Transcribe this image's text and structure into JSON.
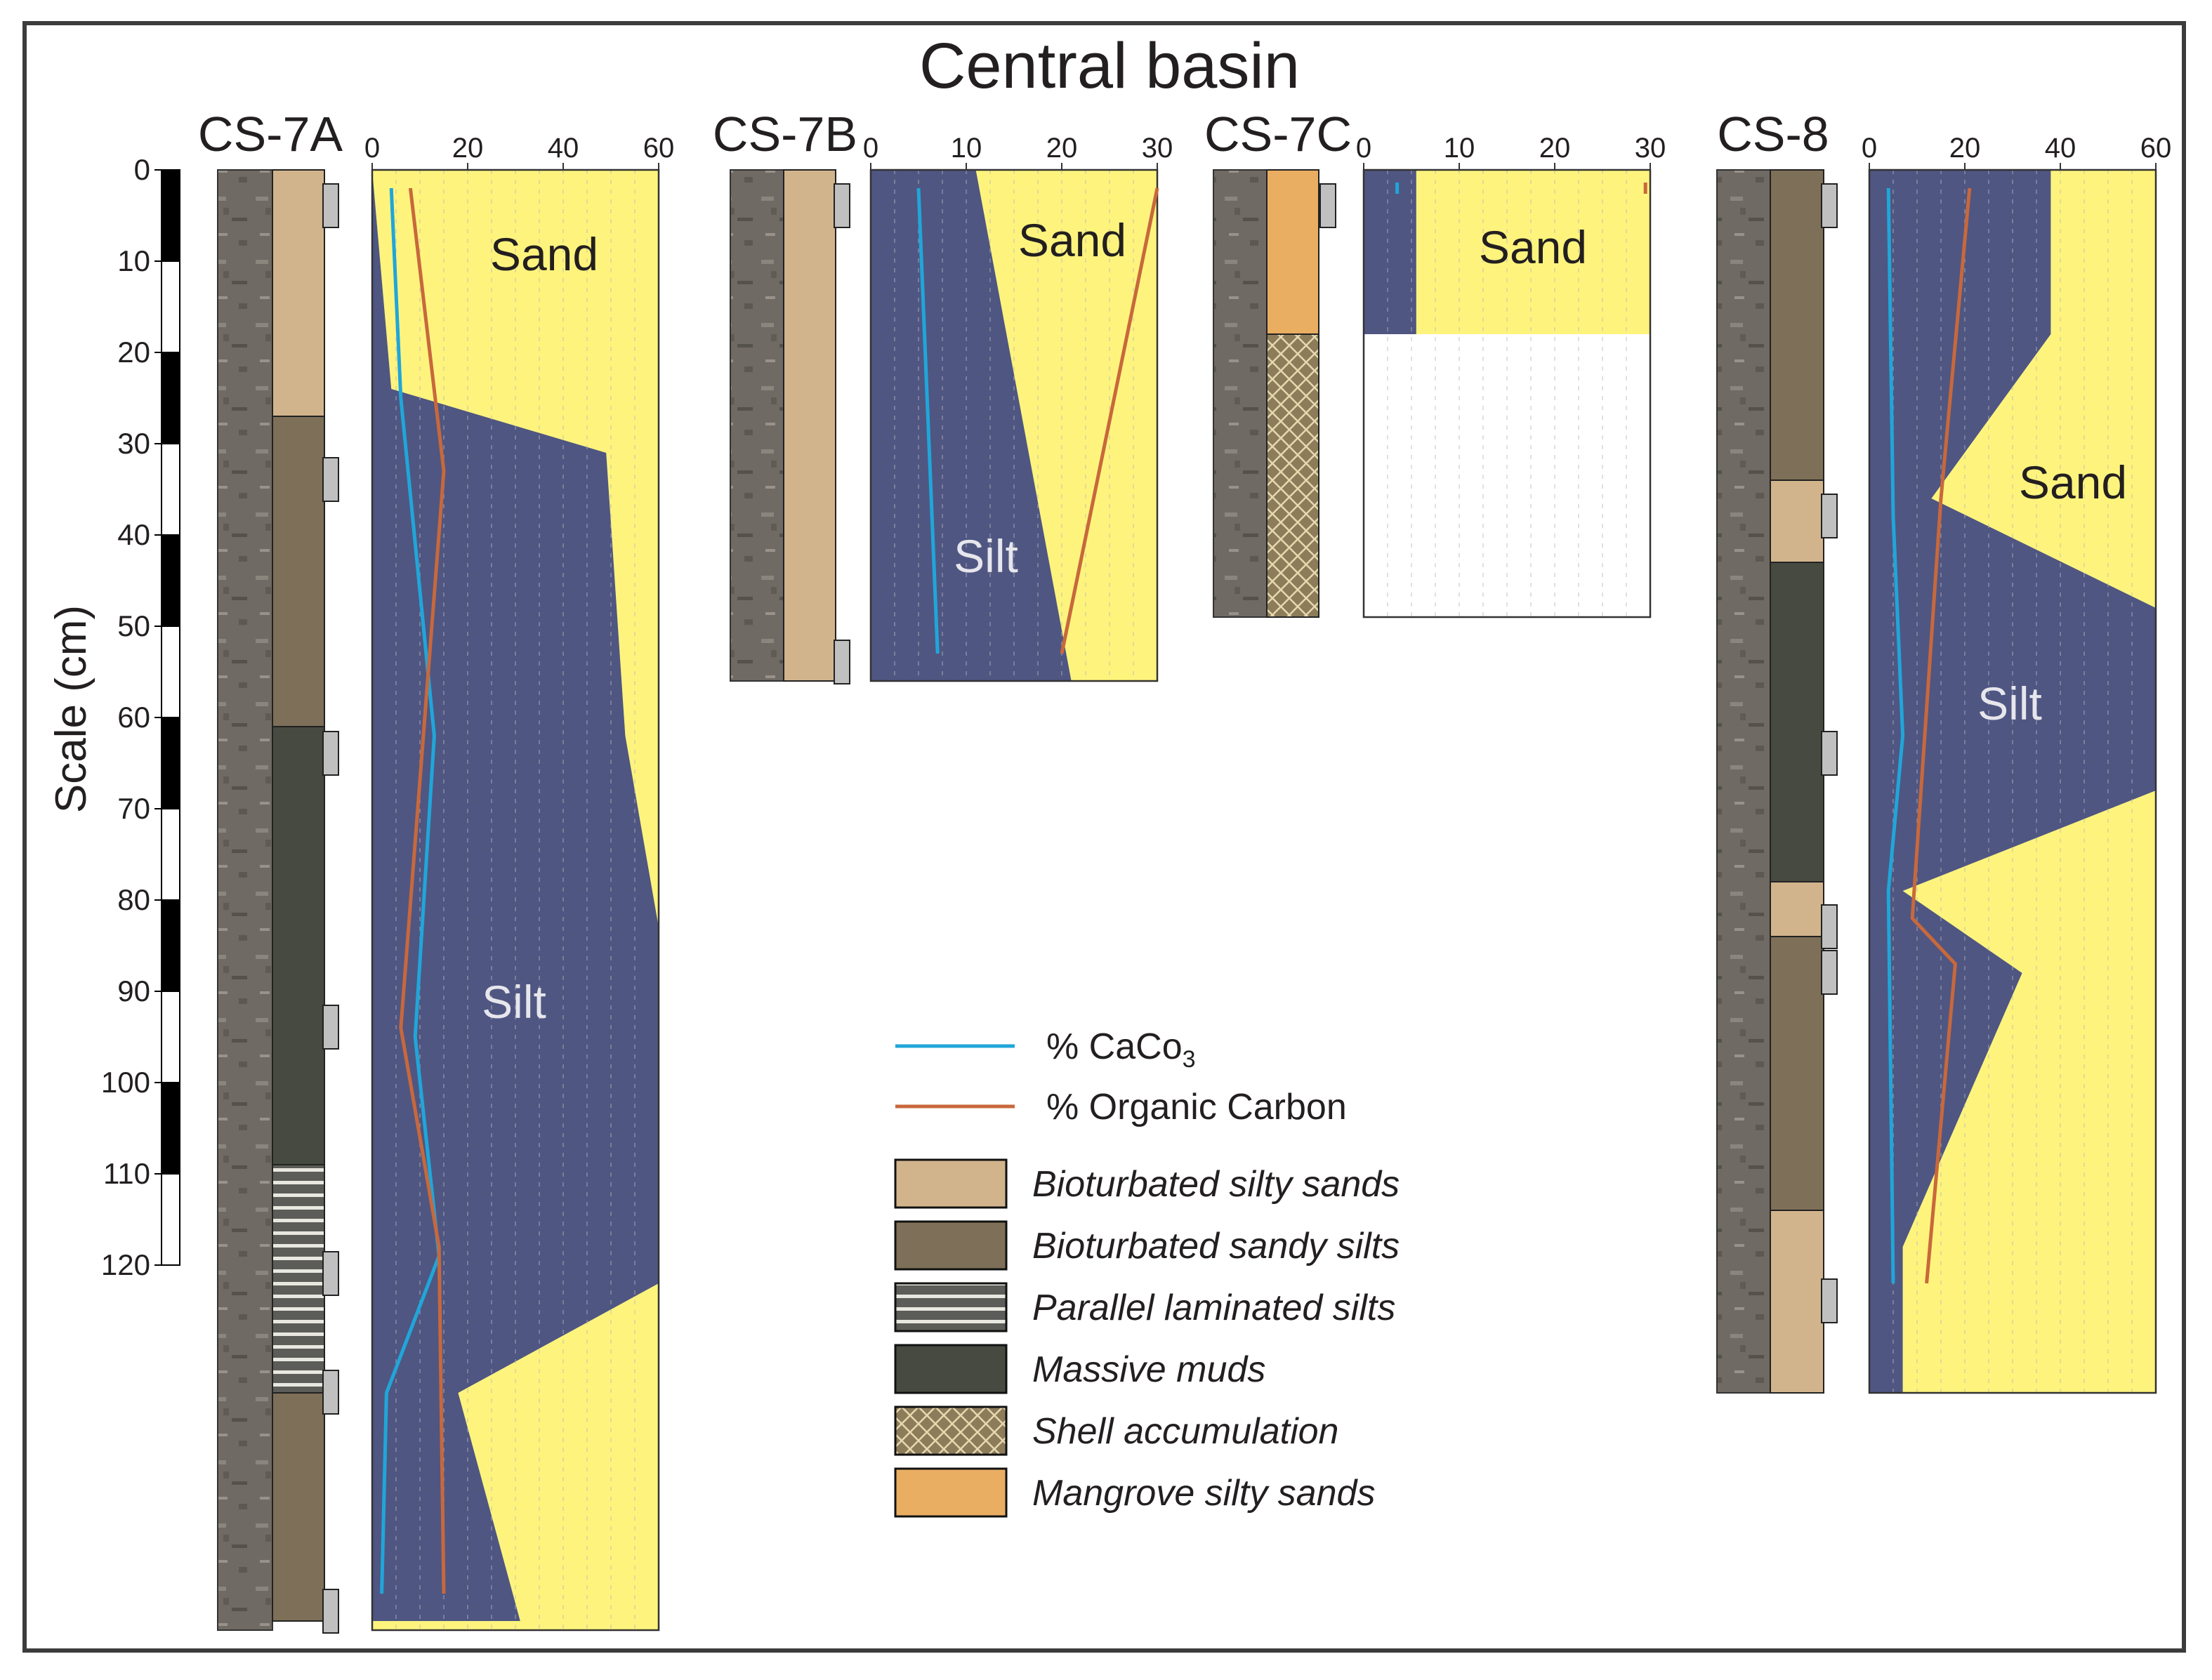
{
  "title": "Central basin",
  "y_axis": {
    "label": "Scale (cm)",
    "ticks": [
      "0",
      "10",
      "20",
      "30",
      "40",
      "50",
      "60",
      "70",
      "80",
      "90",
      "100",
      "110",
      "120"
    ]
  },
  "colors": {
    "silt": "#4f5682",
    "sand": "#fef47d",
    "caco3_line": "#20a6d9",
    "organic_carbon_line": "#c8683c",
    "bioturbated_silty_sands": "#d2b48c",
    "bioturbated_sandy_silts": "#7e6f58",
    "parallel_laminated_silts": "#5c5c58",
    "massive_muds": "#474a40",
    "shell_accumulation": "#8d7c5a",
    "mangrove_silty_sands": "#e9ae62",
    "sample_marker": "#c0c0c0"
  },
  "cores": [
    {
      "id": "CS-7A",
      "label": "CS-7A",
      "axis_ticks": [
        "0",
        "20",
        "40",
        "60"
      ],
      "zones": {
        "sand": "Sand",
        "silt": "Silt"
      }
    },
    {
      "id": "CS-7B",
      "label": "CS-7B",
      "axis_ticks": [
        "0",
        "10",
        "20",
        "30"
      ],
      "zones": {
        "sand": "Sand",
        "silt": "Silt"
      }
    },
    {
      "id": "CS-7C",
      "label": "CS-7C",
      "axis_ticks": [
        "0",
        "10",
        "20",
        "30"
      ],
      "zones": {
        "sand": "Sand"
      }
    },
    {
      "id": "CS-8",
      "label": "CS-8",
      "axis_ticks": [
        "0",
        "20",
        "40",
        "60"
      ],
      "zones": {
        "sand": "Sand",
        "silt": "Silt"
      }
    }
  ],
  "legend": {
    "lines": [
      {
        "key": "caco3",
        "label": "% CaCo",
        "subscript": "3",
        "color": "#20a6d9"
      },
      {
        "key": "organic_carbon",
        "label": "% Organic Carbon",
        "color": "#c8683c"
      }
    ],
    "facies": [
      {
        "key": "bioturbated_silty_sands",
        "label": "Bioturbated silty sands",
        "color": "#d2b48c",
        "pattern": "none"
      },
      {
        "key": "bioturbated_sandy_silts",
        "label": "Bioturbated sandy silts",
        "color": "#7e6f58",
        "pattern": "none"
      },
      {
        "key": "parallel_laminated_silts",
        "label": "Parallel laminated silts",
        "color": "#5c5c58",
        "pattern": "lines"
      },
      {
        "key": "massive_muds",
        "label": "Massive muds",
        "color": "#474a40",
        "pattern": "none"
      },
      {
        "key": "shell_accumulation",
        "label": "Shell accumulation",
        "color": "#8d7c5a",
        "pattern": "crosshatch"
      },
      {
        "key": "mangrove_silty_sands",
        "label": "Mangrove silty sands",
        "color": "#e9ae62",
        "pattern": "none"
      }
    ]
  },
  "chart_data": [
    {
      "type": "area",
      "core": "CS-7A",
      "xlim": [
        0,
        60
      ],
      "depth_range_cm": [
        0,
        160
      ],
      "silt_sand_boundary": [
        {
          "depth": 0,
          "silt_pct": 0
        },
        {
          "depth": 24,
          "silt_pct": 4
        },
        {
          "depth": 31,
          "silt_pct": 49
        },
        {
          "depth": 62,
          "silt_pct": 53
        },
        {
          "depth": 83,
          "silt_pct": 60
        },
        {
          "depth": 122,
          "silt_pct": 60
        },
        {
          "depth": 134,
          "silt_pct": 18
        },
        {
          "depth": 159,
          "silt_pct": 31
        }
      ],
      "caco3": [
        {
          "depth": 2,
          "value": 4
        },
        {
          "depth": 25,
          "value": 6
        },
        {
          "depth": 62,
          "value": 13
        },
        {
          "depth": 95,
          "value": 9
        },
        {
          "depth": 119,
          "value": 14
        },
        {
          "depth": 134,
          "value": 3
        },
        {
          "depth": 156,
          "value": 2
        }
      ],
      "organic_carbon": [
        {
          "depth": 2,
          "value": 8
        },
        {
          "depth": 33,
          "value": 15
        },
        {
          "depth": 94,
          "value": 6
        },
        {
          "depth": 118,
          "value": 14
        },
        {
          "depth": 156,
          "value": 15
        }
      ],
      "lithology": [
        {
          "from": 0,
          "to": 27,
          "facies": "bioturbated_silty_sands"
        },
        {
          "from": 27,
          "to": 61,
          "facies": "bioturbated_sandy_silts"
        },
        {
          "from": 61,
          "to": 109,
          "facies": "massive_muds"
        },
        {
          "from": 109,
          "to": 134,
          "facies": "parallel_laminated_silts"
        },
        {
          "from": 134,
          "to": 159,
          "facies": "bioturbated_sandy_silts"
        }
      ],
      "samples_cm": [
        2,
        32,
        62,
        92,
        119,
        132,
        156
      ]
    },
    {
      "type": "area",
      "core": "CS-7B",
      "xlim": [
        0,
        30
      ],
      "depth_range_cm": [
        0,
        56
      ],
      "silt_sand_boundary": [
        {
          "depth": 0,
          "silt_pct": 11
        },
        {
          "depth": 56,
          "silt_pct": 21
        }
      ],
      "caco3": [
        {
          "depth": 2,
          "value": 5
        },
        {
          "depth": 53,
          "value": 7
        }
      ],
      "organic_carbon": [
        {
          "depth": 2,
          "value": 30
        },
        {
          "depth": 53,
          "value": 20
        }
      ],
      "lithology": [
        {
          "from": 0,
          "to": 56,
          "facies": "bioturbated_silty_sands"
        }
      ],
      "samples_cm": [
        2,
        52
      ]
    },
    {
      "type": "area",
      "core": "CS-7C",
      "xlim": [
        0,
        30
      ],
      "depth_range_cm": [
        0,
        49
      ],
      "sediment_bottom_cm": 18,
      "silt_sand_boundary": [
        {
          "depth": 0,
          "silt_pct": 5.5
        },
        {
          "depth": 18,
          "silt_pct": 5.5
        }
      ],
      "caco3": [
        {
          "depth": 2,
          "value": 3.5
        }
      ],
      "organic_carbon": [
        {
          "depth": 2,
          "value": 29.5
        }
      ],
      "lithology": [
        {
          "from": 0,
          "to": 18,
          "facies": "mangrove_silty_sands"
        },
        {
          "from": 18,
          "to": 49,
          "facies": "shell_accumulation"
        }
      ],
      "samples_cm": [
        2
      ]
    },
    {
      "type": "area",
      "core": "CS-8",
      "xlim": [
        0,
        60
      ],
      "depth_range_cm": [
        0,
        134
      ],
      "silt_sand_boundary": [
        {
          "depth": 0,
          "silt_pct": 38
        },
        {
          "depth": 18,
          "silt_pct": 38
        },
        {
          "depth": 36,
          "silt_pct": 13
        },
        {
          "depth": 48,
          "silt_pct": 60
        },
        {
          "depth": 68,
          "silt_pct": 60
        },
        {
          "depth": 79,
          "silt_pct": 7
        },
        {
          "depth": 88,
          "silt_pct": 32
        },
        {
          "depth": 118,
          "silt_pct": 7
        },
        {
          "depth": 134,
          "silt_pct": 7
        }
      ],
      "caco3": [
        {
          "depth": 2,
          "value": 4
        },
        {
          "depth": 38,
          "value": 5
        },
        {
          "depth": 62,
          "value": 7
        },
        {
          "depth": 79,
          "value": 4
        },
        {
          "depth": 122,
          "value": 5
        }
      ],
      "organic_carbon": [
        {
          "depth": 2,
          "value": 21
        },
        {
          "depth": 36,
          "value": 15
        },
        {
          "depth": 82,
          "value": 9
        },
        {
          "depth": 87,
          "value": 18
        },
        {
          "depth": 122,
          "value": 12
        }
      ],
      "lithology": [
        {
          "from": 0,
          "to": 34,
          "facies": "bioturbated_sandy_silts"
        },
        {
          "from": 34,
          "to": 43,
          "facies": "bioturbated_silty_sands"
        },
        {
          "from": 43,
          "to": 78,
          "facies": "massive_muds"
        },
        {
          "from": 78,
          "to": 84,
          "facies": "bioturbated_silty_sands"
        },
        {
          "from": 84,
          "to": 114,
          "facies": "bioturbated_sandy_silts"
        },
        {
          "from": 114,
          "to": 134,
          "facies": "bioturbated_silty_sands"
        }
      ],
      "samples_cm": [
        2,
        36,
        62,
        81,
        86,
        122
      ]
    }
  ]
}
